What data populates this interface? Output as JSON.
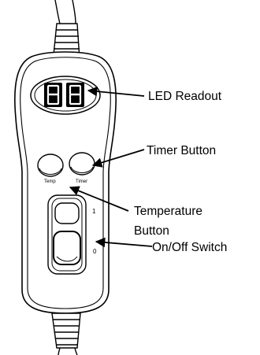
{
  "diagram": {
    "callouts": {
      "led": "LED Readout",
      "timer": "Timer Button",
      "temperature_line1": "Temperature",
      "temperature_line2": "Button",
      "onoff": "On/Off Switch"
    },
    "device": {
      "display_digits": "88",
      "temp_button_label": "Temp",
      "timer_button_label": "Timer",
      "switch_position_on": "1",
      "switch_position_off": "0"
    },
    "colors": {
      "line": "#000000",
      "background": "#ffffff"
    }
  }
}
